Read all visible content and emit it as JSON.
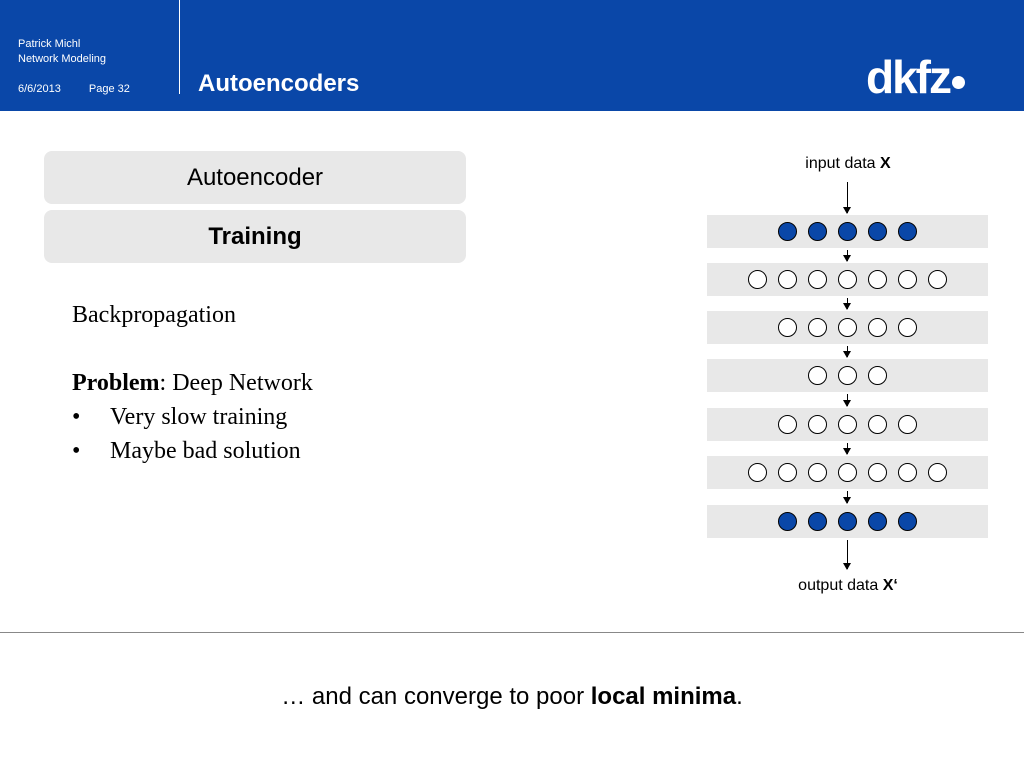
{
  "header": {
    "author": "Patrick Michl",
    "course": "Network Modeling",
    "date": "6/6/2013",
    "page": "Page 32",
    "title": "Autoencoders",
    "logo": "dkfz"
  },
  "boxes": {
    "title": "Autoencoder",
    "subtitle": "Training"
  },
  "content": {
    "method": "Backpropagation",
    "problem_label": "Problem",
    "problem_text": ": Deep Network",
    "bullets": [
      "Very slow training",
      "Maybe bad solution"
    ]
  },
  "diagram": {
    "input_label": "input data ",
    "input_var": "X",
    "output_label": "output data ",
    "output_var": "X‘",
    "layers": [
      {
        "nodes": 5,
        "filled": true
      },
      {
        "nodes": 7,
        "filled": false
      },
      {
        "nodes": 5,
        "filled": false
      },
      {
        "nodes": 3,
        "filled": false
      },
      {
        "nodes": 5,
        "filled": false
      },
      {
        "nodes": 7,
        "filled": false
      },
      {
        "nodes": 5,
        "filled": true
      }
    ]
  },
  "footer": {
    "text_before": "… and can converge to poor ",
    "text_bold": "local minima",
    "text_after": "."
  },
  "colors": {
    "brand_blue": "#0a47a8",
    "box_gray": "#e8e8e8"
  }
}
